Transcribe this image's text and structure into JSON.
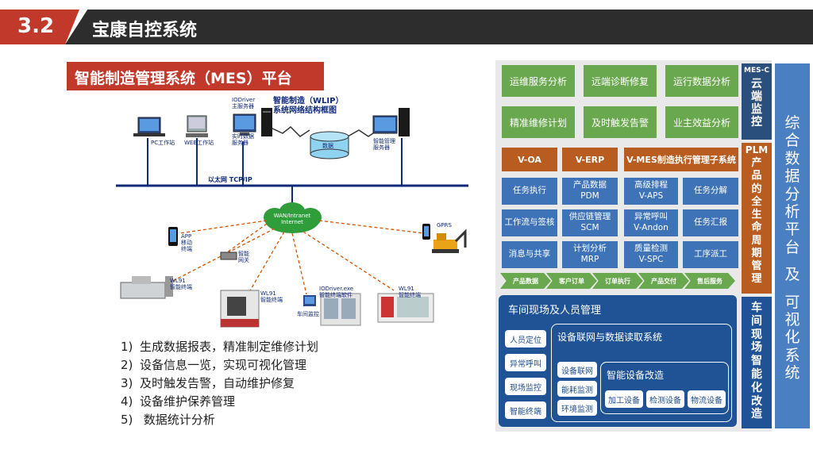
{
  "header": {
    "section_number": "3.2",
    "title": "宝康自控系统"
  },
  "subtitle": "智能制造管理系统（MES）平台",
  "diagram": {
    "title_line1": "智能制造（WLIP）",
    "title_line2": "系统网络结构框图",
    "iodriver_label": "IODriver",
    "main_server": "主服务器",
    "realtime_server_1": "实时数据",
    "realtime_server_2": "服务器",
    "database": "数据",
    "mgmt_server_1": "智能管理",
    "mgmt_server_2": "服务器",
    "pc_station": "PC工作站",
    "web_station": "WEB工作站",
    "ethernet": "以太网  TCP/IP",
    "cloud_1": "WAN/Intranet",
    "cloud_2": "Internet",
    "gprs": "GPRS",
    "app_1": "APP",
    "app_2": "移动",
    "app_3": "终端",
    "gateway_1": "智能",
    "gateway_2": "网关",
    "wl91_1": "WL91",
    "wl91_1b": "智能终端",
    "wl91_2": "WL91",
    "wl91_2b": "智能终端",
    "iodriver_exe": "IODriver.exe",
    "iodriver_exe_b": "智能终端软件",
    "wl91_3": "WL91",
    "wl91_3b": "智能终端",
    "workshop_monitor": "车间监控"
  },
  "points": [
    {
      "num": "1)",
      "text": "生成数据报表，精准制定维修计划"
    },
    {
      "num": "2)",
      "text": "设备信息一览，实现可视化管理"
    },
    {
      "num": "3)",
      "text": "及时触发告警，自动维护修复"
    },
    {
      "num": "4)",
      "text": "设备维护保养管理"
    },
    {
      "num": "5)",
      "text": " 数据统计分析"
    }
  ],
  "architecture": {
    "top_services": [
      "运维服务分析",
      "远端诊断修复",
      "运行数据分析",
      "精准维修计划",
      "及时触发告警",
      "业主效益分析"
    ],
    "systems": [
      "V-OA",
      "V-ERP",
      "V-MES制造执行管理子系统"
    ],
    "oa_items": [
      "任务执行",
      "工作流与签核",
      "消息与共享"
    ],
    "erp_items": [
      {
        "l1": "产品数据",
        "l2": "PDM"
      },
      {
        "l1": "供应链管理",
        "l2": "SCM"
      },
      {
        "l1": "计划分析",
        "l2": "MRP"
      }
    ],
    "mes_items_a": [
      {
        "l1": "高级排程",
        "l2": "V-APS"
      },
      {
        "l1": "异常呼叫",
        "l2": "V-Andon"
      },
      {
        "l1": "质量检测",
        "l2": "V-SPC"
      }
    ],
    "mes_items_b": [
      "任务分解",
      "任务汇报",
      "工序派工"
    ],
    "flow": [
      "产品数据",
      "客户订单",
      "订单执行",
      "产品交付",
      "售后服务"
    ],
    "shop_floor": {
      "title": "车间现场及人员管理",
      "people": [
        "人员定位",
        "异常呼叫",
        "现场监控",
        "智能终端"
      ],
      "iot_title": "设备联网与数据读取系统",
      "iot_items": [
        "设备联网",
        "能耗监测",
        "环境监测"
      ],
      "retrofit_title": "智能设备改造",
      "retrofit_items": [
        "加工设备",
        "检测设备",
        "物流设备"
      ]
    },
    "mes_c_title": "MES-C",
    "mes_c_chars": [
      "云",
      "端",
      "监",
      "控"
    ],
    "plm_title": "PLM",
    "plm_chars": [
      "产",
      "品",
      "的",
      "全",
      "生",
      "命",
      "周",
      "期",
      "管",
      "理"
    ],
    "workshop_chars": [
      "车",
      "间",
      "现",
      "场",
      "智",
      "能",
      "化",
      "改",
      "造"
    ],
    "platform_chars_a": [
      "综",
      "合",
      "数",
      "据",
      "分",
      "析",
      "平",
      "台"
    ],
    "platform_chars_b": [
      "及"
    ],
    "platform_chars_c": [
      "可",
      "视",
      "化",
      "系",
      "统"
    ]
  },
  "colors": {
    "red": "#c0392b",
    "dark": "#2d2d2d",
    "green": "#6aa84f",
    "orange": "#b85c1f",
    "blue": "#3f73b8",
    "navy": "#1f5395"
  }
}
